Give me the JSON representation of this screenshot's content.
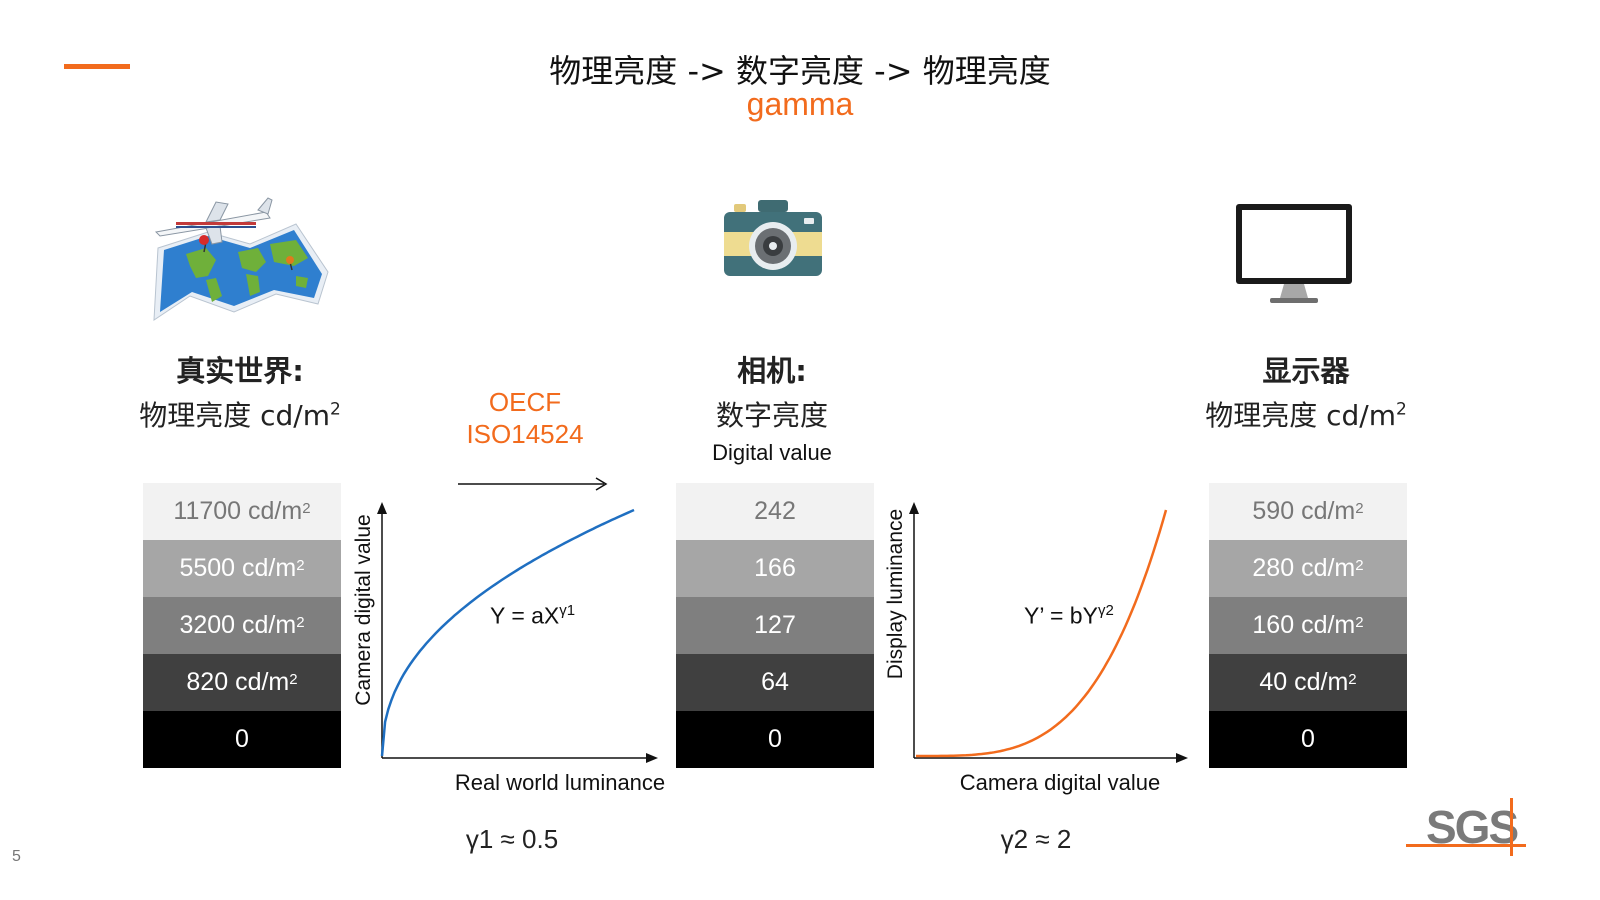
{
  "header": {
    "title": "物理亮度 -> 数字亮度 -> 物理亮度",
    "subtitle": "gamma"
  },
  "colors": {
    "accent": "#f26b1d",
    "curve1": "#1f6fc1",
    "curve2": "#f26b1d"
  },
  "world": {
    "icon": "world-map-airplane-icon",
    "heading": "真实世界:",
    "sub": "物理亮度 cd/m",
    "sub_sup": "2",
    "cells": [
      {
        "value": "11700 cd/m",
        "sup": "2"
      },
      {
        "value": "5500 cd/m",
        "sup": "2"
      },
      {
        "value": "3200 cd/m",
        "sup": "2"
      },
      {
        "value": "820 cd/m",
        "sup": "2"
      },
      {
        "value": "0",
        "sup": ""
      }
    ]
  },
  "oecf": {
    "line1": "OECF",
    "line2": "ISO14524"
  },
  "camera": {
    "icon": "camera-icon",
    "heading": "相机:",
    "sub": "数字亮度",
    "sub2": "Digital value",
    "cells": [
      {
        "value": "242",
        "sup": ""
      },
      {
        "value": "166",
        "sup": ""
      },
      {
        "value": "127",
        "sup": ""
      },
      {
        "value": "64",
        "sup": ""
      },
      {
        "value": "0",
        "sup": ""
      }
    ]
  },
  "display": {
    "icon": "monitor-icon",
    "heading": "显示器",
    "sub": "物理亮度 cd/m",
    "sub_sup": "2",
    "cells": [
      {
        "value": "590 cd/m",
        "sup": "2"
      },
      {
        "value": "280 cd/m",
        "sup": "2"
      },
      {
        "value": "160 cd/m",
        "sup": "2"
      },
      {
        "value": "40 cd/m",
        "sup": "2"
      },
      {
        "value": "0",
        "sup": ""
      }
    ]
  },
  "graph1": {
    "ylabel": "Camera digital value",
    "xlabel": "Real world luminance",
    "formula": "Y = aX",
    "formula_sup": "γ1",
    "gamma": "γ1 ≈ 0.5"
  },
  "graph2": {
    "ylabel": "Display luminance",
    "xlabel": "Camera digital value",
    "formula": "Y’ = bY",
    "formula_sup": "γ2",
    "gamma": "γ2 ≈ 2"
  },
  "footer": {
    "page": "5",
    "logo": "SGS"
  }
}
